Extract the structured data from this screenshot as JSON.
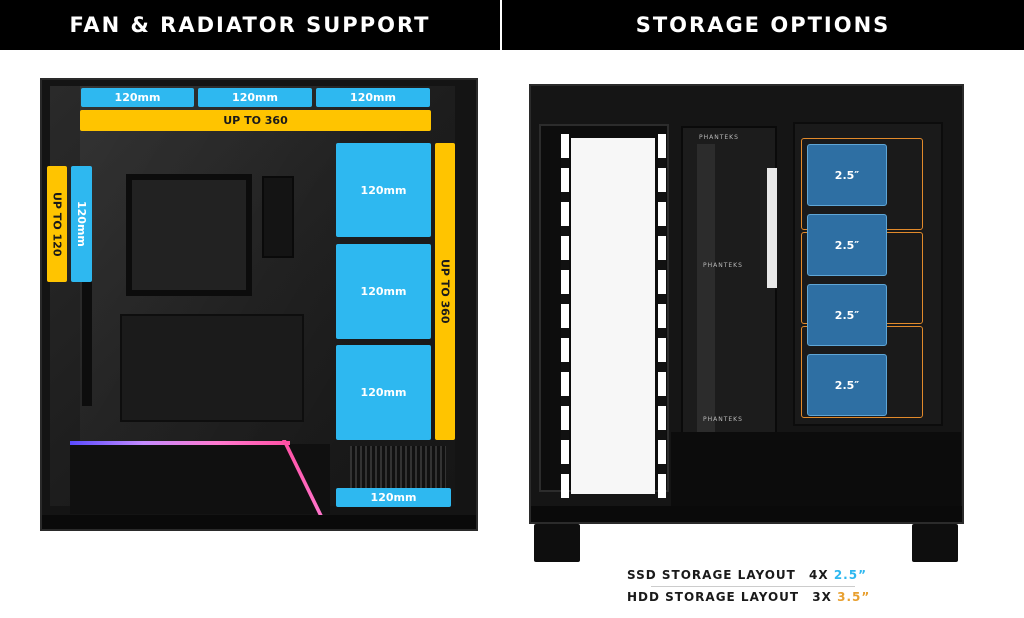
{
  "headers": {
    "left": "FAN & RADIATOR SUPPORT",
    "right": "STORAGE OPTIONS"
  },
  "fan_support": {
    "top_fans": [
      "120mm",
      "120mm",
      "120mm"
    ],
    "top_radiator": "UP TO 360",
    "rear_fan": "120mm",
    "rear_radiator": "UP TO 120",
    "side_fans": [
      "120mm",
      "120mm",
      "120mm"
    ],
    "side_radiator": "UP TO 360",
    "bottom_fan": "120mm"
  },
  "storage": {
    "ssd_label": "2.5″",
    "ssd_slots": [
      "2.5″",
      "2.5″",
      "2.5″",
      "2.5″"
    ],
    "hdd_slot_count": 3,
    "brand_mark": "PHANTEKS",
    "ssd_layout_text": "SSD STORAGE LAYOUT",
    "ssd_count": "4X",
    "ssd_size": "2.5”",
    "hdd_layout_text": "HDD STORAGE LAYOUT",
    "hdd_count": "3X",
    "hdd_size": "3.5”"
  },
  "colors": {
    "fan_label": "#2eb8f0",
    "radiator_label": "#ffc400",
    "ssd_tray": "#2e6fa3",
    "hdd_outline": "#e28a2b",
    "header_bg": "#000000"
  }
}
